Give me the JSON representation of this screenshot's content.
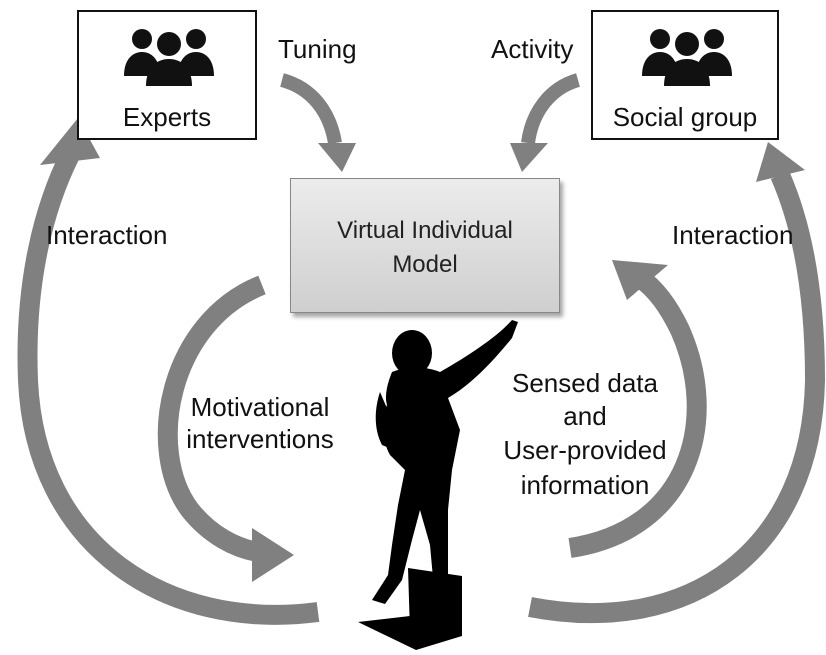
{
  "experts": {
    "label": "Experts"
  },
  "social_group": {
    "label": "Social group"
  },
  "tuning": "Tuning",
  "activity": "Activity",
  "interaction_left": "Interaction",
  "interaction_right": "Interaction",
  "model": {
    "line1": "Virtual Individual",
    "line2": "Model"
  },
  "motivational": {
    "line1": "Motivational",
    "line2": "interventions"
  },
  "sensed": {
    "line1": "Sensed data",
    "line2": "and",
    "line3": "User-provided",
    "line4": "information"
  },
  "icons": {
    "group": "group-people-icon",
    "user": "person-silhouette-icon",
    "laptop": "laptop-icon"
  },
  "colors": {
    "arrow": "#808080",
    "text": "#111111",
    "box_border": "#111111"
  }
}
